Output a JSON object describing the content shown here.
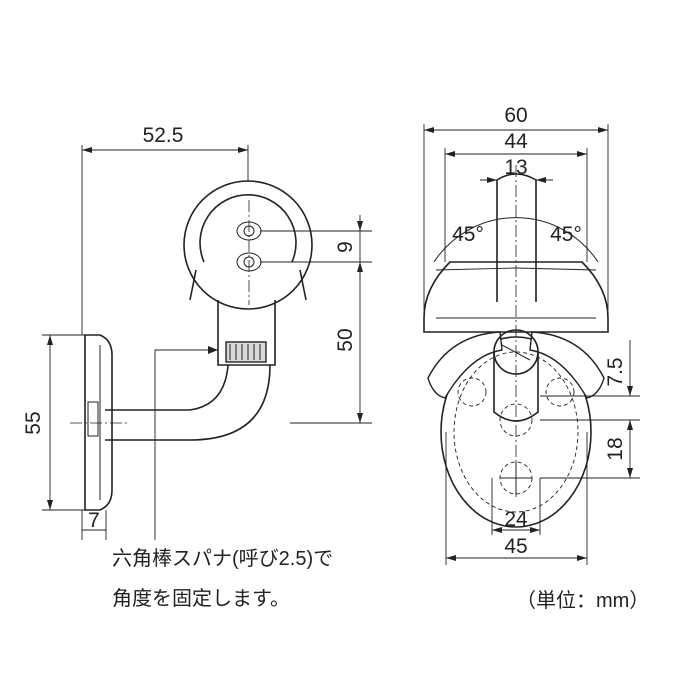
{
  "dimensions": {
    "side_width": "52.5",
    "side_ring_offset": "9",
    "side_height": "50",
    "base_height": "55",
    "base_thickness": "7",
    "front_width_overall": "60",
    "front_width_inner": "44",
    "front_post": "13",
    "front_angle_left": "45°",
    "front_angle_right": "45°",
    "front_offset": "7.5",
    "front_hole_pitch": "18",
    "front_base_inner": "24",
    "front_base_outer": "45"
  },
  "note": {
    "line1": "六角棒スパナ(呼び2.5)で",
    "line2": "角度を固定します。"
  },
  "unit_label": "（単位：mm）"
}
